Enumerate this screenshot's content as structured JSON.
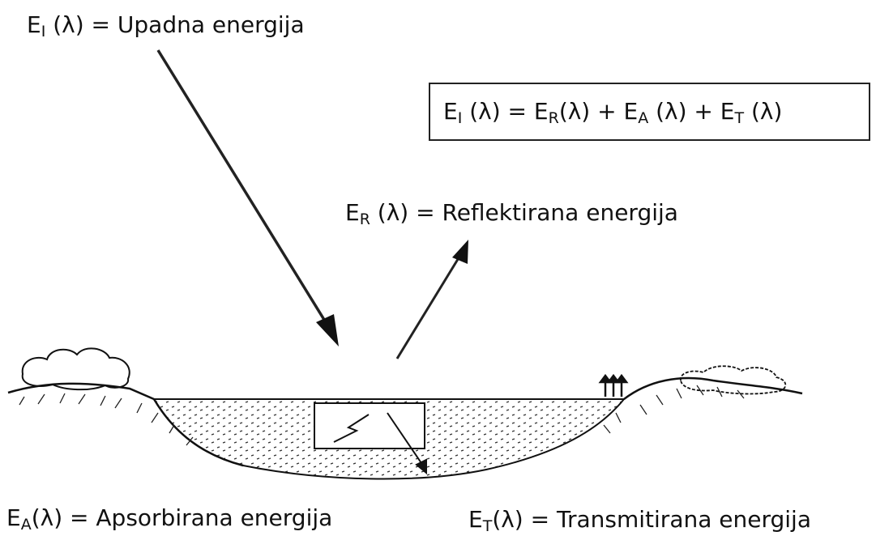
{
  "incident": {
    "symbol": "E",
    "sub": "I",
    "arg": " (λ)",
    "text": " = Upadna energija"
  },
  "equation": {
    "lhs_symbol": "E",
    "lhs_sub": "I",
    "lhs_arg": " (λ) = ",
    "t1_symbol": "E",
    "t1_sub": "R",
    "t1_arg": "(λ) + ",
    "t2_symbol": "E",
    "t2_sub": "A",
    "t2_arg": " (λ) + ",
    "t3_symbol": "E",
    "t3_sub": "T",
    "t3_arg": " (λ)"
  },
  "reflected": {
    "symbol": "E",
    "sub": "R",
    "arg": " (λ)",
    "text": " = Reflektirana energija"
  },
  "absorbed": {
    "symbol": "E",
    "sub": "A",
    "arg": "(λ)",
    "text": " = Apsorbirana energija"
  },
  "transmitted": {
    "symbol": "E",
    "sub": "T",
    "arg": "(λ)",
    "text": " = Transmitirana energija"
  },
  "colors": {
    "ink": "#111111",
    "background": "#ffffff"
  }
}
